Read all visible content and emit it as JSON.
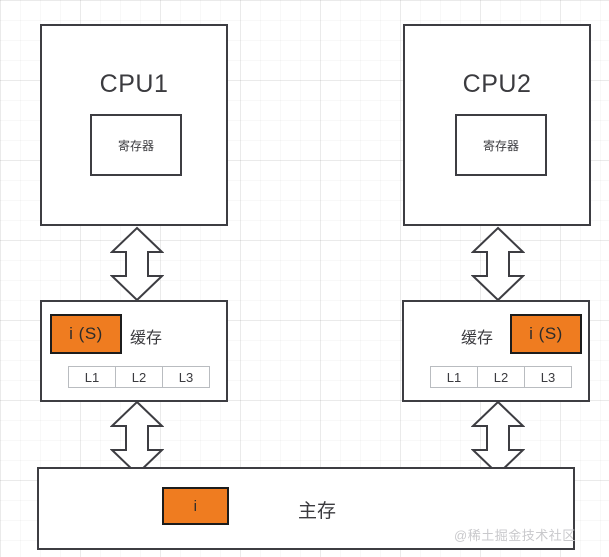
{
  "diagram": {
    "title": "CPU cache coherence diagram",
    "colors": {
      "orange": "#ef7c20",
      "box_border": "#3d3d42",
      "text": "#3b3b3f",
      "grid": "#e8e8ea",
      "watermark": "#c9c9cc"
    },
    "cpus": [
      {
        "name": "cpu1",
        "title": "CPU1",
        "register_label": "寄存器"
      },
      {
        "name": "cpu2",
        "title": "CPU2",
        "register_label": "寄存器"
      }
    ],
    "caches": [
      {
        "name": "cache-left",
        "label": "缓存",
        "cell_value": "i (S)",
        "levels": [
          "L1",
          "L2",
          "L3"
        ]
      },
      {
        "name": "cache-right",
        "label": "缓存",
        "cell_value": "i (S)",
        "levels": [
          "L1",
          "L2",
          "L3"
        ]
      }
    ],
    "main_memory": {
      "label": "主存",
      "cell_value": "i"
    },
    "arrows": [
      {
        "name": "arrow-cpu1-cache",
        "direction": "bidirectional-vertical"
      },
      {
        "name": "arrow-cache-memory-left",
        "direction": "bidirectional-vertical"
      },
      {
        "name": "arrow-cpu2-cache",
        "direction": "bidirectional-vertical"
      },
      {
        "name": "arrow-cache-memory-right",
        "direction": "bidirectional-vertical"
      }
    ],
    "watermark": "@稀土掘金技术社区"
  }
}
